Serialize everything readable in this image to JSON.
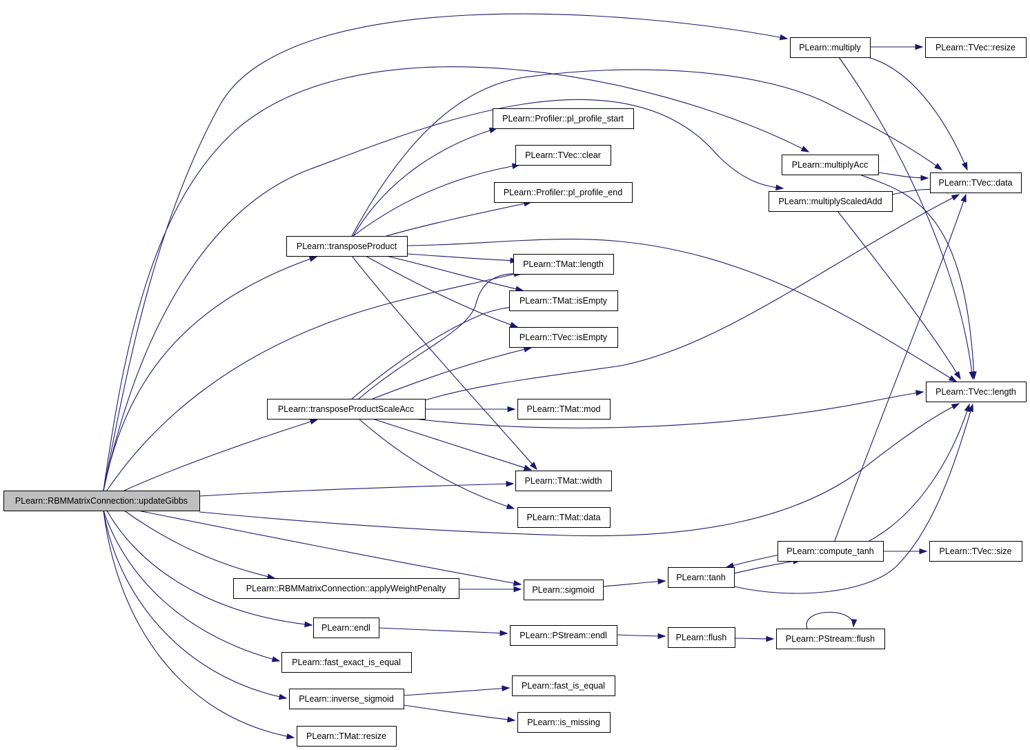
{
  "graph": {
    "nodes": [
      {
        "id": "root",
        "label": "PLearn::RBMMatrixConnection::updateGibbs",
        "root": true
      },
      {
        "id": "multiply",
        "label": "PLearn::multiply"
      },
      {
        "id": "tvec_resize",
        "label": "PLearn::TVec::resize"
      },
      {
        "id": "pl_profile_start",
        "label": "PLearn::Profiler::pl_profile_start"
      },
      {
        "id": "tvec_clear",
        "label": "PLearn::TVec::clear"
      },
      {
        "id": "pl_profile_end",
        "label": "PLearn::Profiler::pl_profile_end"
      },
      {
        "id": "multiplyAcc",
        "label": "PLearn::multiplyAcc"
      },
      {
        "id": "tvec_data",
        "label": "PLearn::TVec::data"
      },
      {
        "id": "multiplyScaledAdd",
        "label": "PLearn::multiplyScaledAdd"
      },
      {
        "id": "transposeProduct",
        "label": "PLearn::transposeProduct"
      },
      {
        "id": "tmat_length",
        "label": "PLearn::TMat::length"
      },
      {
        "id": "tmat_isEmpty",
        "label": "PLearn::TMat::isEmpty"
      },
      {
        "id": "tvec_isEmpty",
        "label": "PLearn::TVec::isEmpty"
      },
      {
        "id": "tvec_length",
        "label": "PLearn::TVec::length"
      },
      {
        "id": "transposeProductScaleAcc",
        "label": "PLearn::transposeProductScaleAcc"
      },
      {
        "id": "tmat_mod",
        "label": "PLearn::TMat::mod"
      },
      {
        "id": "tmat_width",
        "label": "PLearn::TMat::width"
      },
      {
        "id": "tmat_data",
        "label": "PLearn::TMat::data"
      },
      {
        "id": "compute_tanh",
        "label": "PLearn::compute_tanh"
      },
      {
        "id": "tvec_size",
        "label": "PLearn::TVec::size"
      },
      {
        "id": "tanh",
        "label": "PLearn::tanh"
      },
      {
        "id": "applyWeightPenalty",
        "label": "PLearn::RBMMatrixConnection::applyWeightPenalty"
      },
      {
        "id": "sigmoid",
        "label": "PLearn::sigmoid"
      },
      {
        "id": "endl",
        "label": "PLearn::endl"
      },
      {
        "id": "pstream_endl",
        "label": "PLearn::PStream::endl"
      },
      {
        "id": "flush",
        "label": "PLearn::flush"
      },
      {
        "id": "pstream_flush",
        "label": "PLearn::PStream::flush"
      },
      {
        "id": "fast_exact_is_equal",
        "label": "PLearn::fast_exact_is_equal"
      },
      {
        "id": "fast_is_equal",
        "label": "PLearn::fast_is_equal"
      },
      {
        "id": "inverse_sigmoid",
        "label": "PLearn::inverse_sigmoid"
      },
      {
        "id": "is_missing",
        "label": "PLearn::is_missing"
      },
      {
        "id": "tmat_resize",
        "label": "PLearn::TMat::resize"
      }
    ],
    "edges": [
      {
        "from": "root",
        "to": "multiply"
      },
      {
        "from": "root",
        "to": "multiplyAcc"
      },
      {
        "from": "root",
        "to": "multiplyScaledAdd"
      },
      {
        "from": "root",
        "to": "transposeProduct"
      },
      {
        "from": "root",
        "to": "tmat_length"
      },
      {
        "from": "root",
        "to": "transposeProductScaleAcc"
      },
      {
        "from": "root",
        "to": "tmat_width"
      },
      {
        "from": "root",
        "to": "tvec_length"
      },
      {
        "from": "root",
        "to": "applyWeightPenalty"
      },
      {
        "from": "root",
        "to": "sigmoid"
      },
      {
        "from": "root",
        "to": "endl"
      },
      {
        "from": "root",
        "to": "fast_exact_is_equal"
      },
      {
        "from": "root",
        "to": "inverse_sigmoid"
      },
      {
        "from": "root",
        "to": "tmat_resize"
      },
      {
        "from": "multiply",
        "to": "tvec_resize"
      },
      {
        "from": "multiply",
        "to": "tvec_data"
      },
      {
        "from": "multiply",
        "to": "tvec_length"
      },
      {
        "from": "multiplyAcc",
        "to": "tvec_data"
      },
      {
        "from": "multiplyAcc",
        "to": "tvec_length"
      },
      {
        "from": "multiplyScaledAdd",
        "to": "tvec_data"
      },
      {
        "from": "multiplyScaledAdd",
        "to": "tvec_length"
      },
      {
        "from": "transposeProduct",
        "to": "pl_profile_start"
      },
      {
        "from": "transposeProduct",
        "to": "tvec_clear"
      },
      {
        "from": "transposeProduct",
        "to": "pl_profile_end"
      },
      {
        "from": "transposeProduct",
        "to": "tvec_data"
      },
      {
        "from": "transposeProduct",
        "to": "tmat_length"
      },
      {
        "from": "transposeProduct",
        "to": "tmat_isEmpty"
      },
      {
        "from": "transposeProduct",
        "to": "tvec_isEmpty"
      },
      {
        "from": "transposeProduct",
        "to": "tvec_length"
      },
      {
        "from": "transposeProduct",
        "to": "tmat_width"
      },
      {
        "from": "transposeProductScaleAcc",
        "to": "tmat_length"
      },
      {
        "from": "transposeProductScaleAcc",
        "to": "tmat_isEmpty"
      },
      {
        "from": "transposeProductScaleAcc",
        "to": "tvec_isEmpty"
      },
      {
        "from": "transposeProductScaleAcc",
        "to": "tvec_data"
      },
      {
        "from": "transposeProductScaleAcc",
        "to": "tmat_mod"
      },
      {
        "from": "transposeProductScaleAcc",
        "to": "tvec_length"
      },
      {
        "from": "transposeProductScaleAcc",
        "to": "tmat_width"
      },
      {
        "from": "transposeProductScaleAcc",
        "to": "tmat_data"
      },
      {
        "from": "applyWeightPenalty",
        "to": "sigmoid"
      },
      {
        "from": "sigmoid",
        "to": "tanh"
      },
      {
        "from": "tanh",
        "to": "compute_tanh"
      },
      {
        "from": "tanh",
        "to": "tvec_length"
      },
      {
        "from": "compute_tanh",
        "to": "tanh"
      },
      {
        "from": "compute_tanh",
        "to": "tvec_data"
      },
      {
        "from": "compute_tanh",
        "to": "tvec_length"
      },
      {
        "from": "compute_tanh",
        "to": "tvec_size"
      },
      {
        "from": "endl",
        "to": "pstream_endl"
      },
      {
        "from": "pstream_endl",
        "to": "flush"
      },
      {
        "from": "flush",
        "to": "pstream_flush"
      },
      {
        "from": "pstream_flush",
        "to": "pstream_flush"
      },
      {
        "from": "inverse_sigmoid",
        "to": "fast_is_equal"
      },
      {
        "from": "inverse_sigmoid",
        "to": "is_missing"
      }
    ]
  },
  "colors": {
    "edge": "#191970",
    "root_fill": "#bfbfbf",
    "node_fill": "#ffffff",
    "node_border": "#000000"
  }
}
